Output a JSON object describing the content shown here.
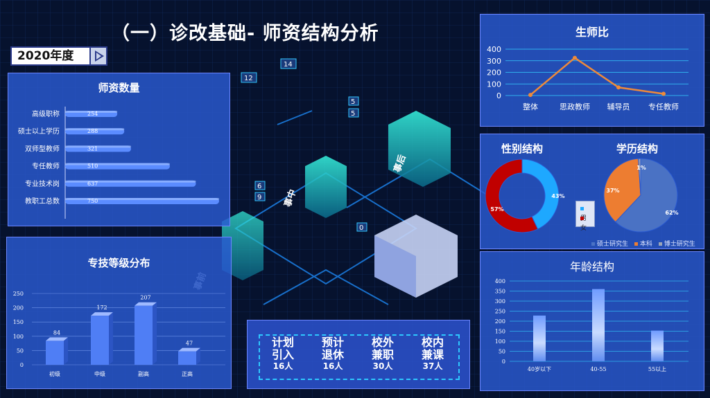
{
  "header": {
    "title": "（一）诊改基础- 师资结构分析",
    "year_label": "2020年度"
  },
  "background_labels": {
    "zhongzhong": "事中",
    "shihou": "事后",
    "shiqian": "事前",
    "num1": "12",
    "num2": "14",
    "num3": "6",
    "num4": "9",
    "num5": "5",
    "num6": "5",
    "num7": "0"
  },
  "bottom_stats": [
    {
      "line1": "计划",
      "line2": "引入",
      "count": "16人"
    },
    {
      "line1": "预计",
      "line2": "退休",
      "count": "16人"
    },
    {
      "line1": "校外",
      "line2": "兼职",
      "count": "30人"
    },
    {
      "line1": "校内",
      "line2": "兼课",
      "count": "37人"
    }
  ],
  "chart_data": [
    {
      "id": "teacher_count",
      "type": "bar",
      "orientation": "horizontal",
      "title": "师资数量",
      "categories": [
        "高级职称",
        "硕士以上学历",
        "双师型教师",
        "专任教师",
        "专业技术岗",
        "教职工总数"
      ],
      "values": [
        254,
        288,
        321,
        510,
        637,
        750
      ],
      "xlim": [
        0,
        750
      ],
      "bar_color": "#5b8cff"
    },
    {
      "id": "title_levels",
      "type": "bar",
      "title": "专技等级分布",
      "categories": [
        "初级",
        "中级",
        "副高",
        "正高"
      ],
      "values": [
        84,
        172,
        207,
        47
      ],
      "ylim": [
        0,
        250
      ],
      "yticks": [
        0,
        50,
        100,
        150,
        200,
        250
      ],
      "bar_color": "#4f7ef5"
    },
    {
      "id": "student_teacher_ratio",
      "type": "line",
      "title": "生师比",
      "categories": [
        "整体",
        "思政教师",
        "辅导员",
        "专任教师"
      ],
      "values": [
        5,
        325,
        70,
        15
      ],
      "ylim": [
        0,
        400
      ],
      "yticks": [
        0,
        100,
        200,
        300,
        400
      ],
      "line_color": "#ee8a3a"
    },
    {
      "id": "gender",
      "type": "pie",
      "subtype": "donut",
      "title": "性别结构",
      "slices": [
        {
          "name": "男",
          "value": 43,
          "label": "43%",
          "color": "#1ea8ff"
        },
        {
          "name": "女",
          "value": 57,
          "label": "57%",
          "color": "#c00000"
        }
      ],
      "legend_position": "right"
    },
    {
      "id": "education",
      "type": "pie",
      "title": "学历结构",
      "slices": [
        {
          "name": "硕士研究生",
          "value": 62,
          "label": "62%",
          "color": "#4a72c4"
        },
        {
          "name": "本科",
          "value": 37,
          "label": "37%",
          "color": "#ed7d31"
        },
        {
          "name": "博士研究生",
          "value": 1,
          "label": "1%",
          "color": "#9aa5b8"
        }
      ],
      "legend_position": "bottom"
    },
    {
      "id": "age",
      "type": "bar",
      "title": "年龄结构",
      "categories": [
        "40岁以下",
        "40-55",
        "55以上"
      ],
      "values": [
        228,
        360,
        153
      ],
      "ylim": [
        0,
        400
      ],
      "yticks": [
        0,
        50,
        100,
        150,
        200,
        250,
        300,
        350,
        400
      ],
      "bar_color": "#6f9bff"
    }
  ]
}
